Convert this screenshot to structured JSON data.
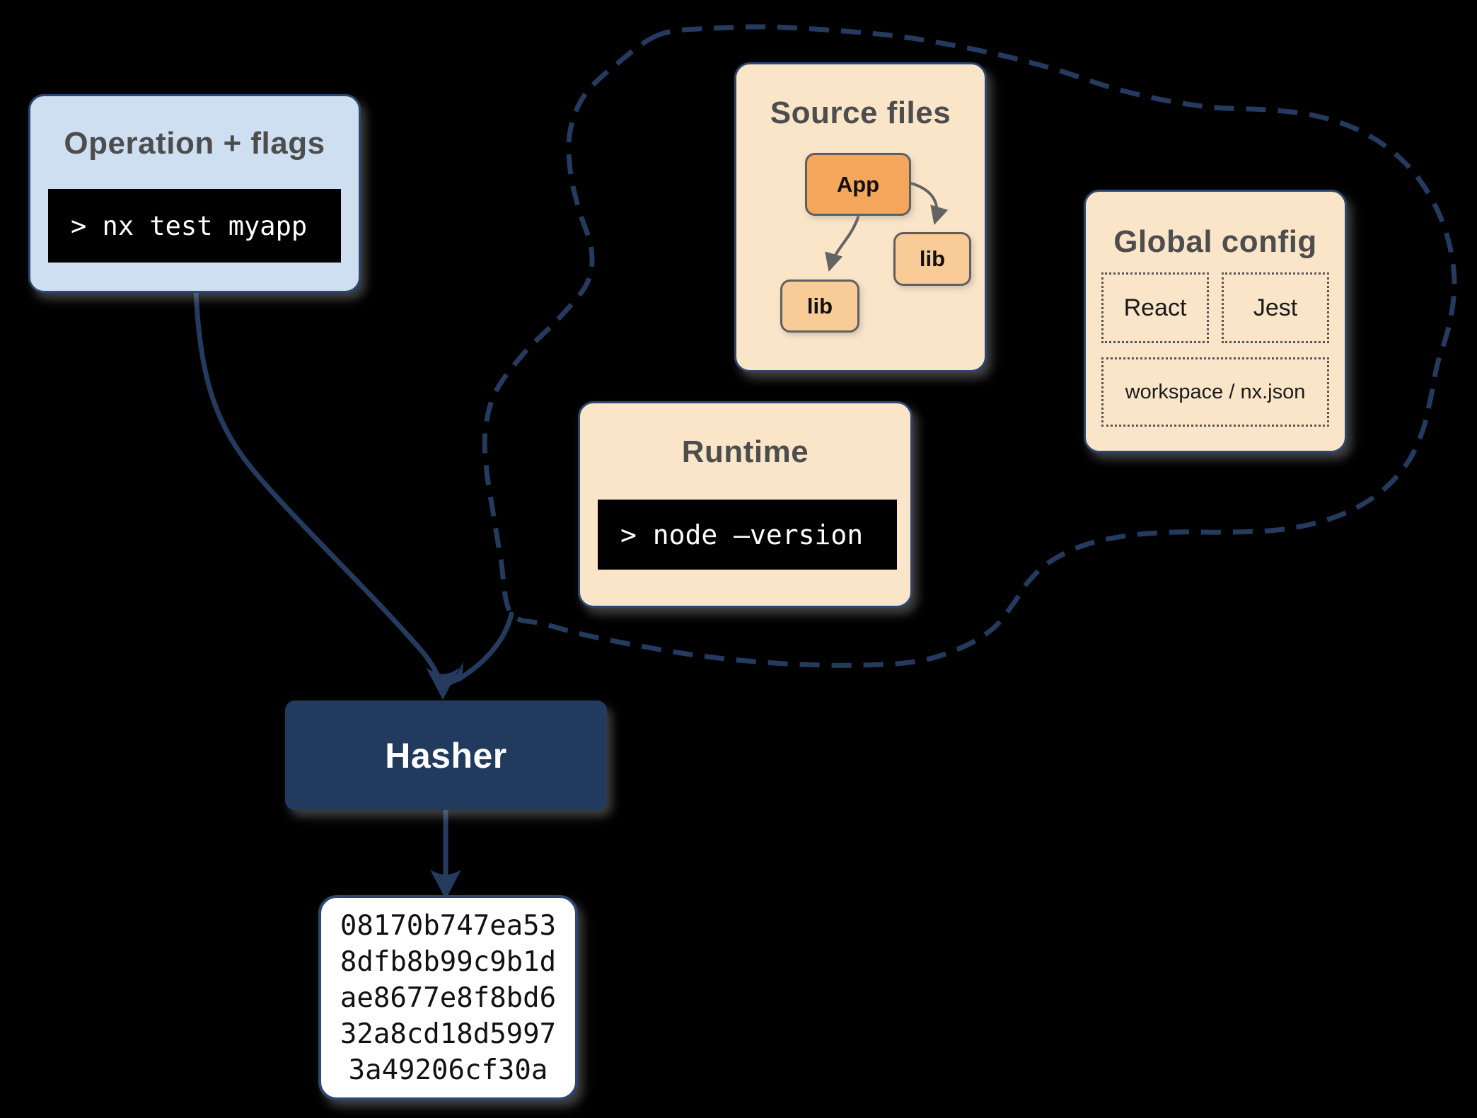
{
  "colors": {
    "background": "#000000",
    "navy": "#243a5e",
    "navy_fill": "#223a5e",
    "card_border": "#2c466f",
    "blue_box": "#cfdff2",
    "peach_box": "#fbe5c9",
    "orange_node": "#f4a65d",
    "light_orange_node": "#f9cb97",
    "title_grey": "#4d4d4d",
    "node_border": "#5f5f5f",
    "grey_arrow": "#636363",
    "terminal_bg": "#000000",
    "terminal_text": "#ffffff",
    "hash_text": "#111111"
  },
  "operation": {
    "title": "Operation + flags",
    "command": "> nx test myapp"
  },
  "source_files": {
    "title": "Source files",
    "app_label": "App",
    "lib_right_label": "lib",
    "lib_left_label": "lib"
  },
  "runtime": {
    "title": "Runtime",
    "command": "> node –version"
  },
  "global_config": {
    "title": "Global config",
    "react_label": "React",
    "jest_label": "Jest",
    "workspace_label": "workspace / nx.json"
  },
  "hasher": {
    "label": "Hasher"
  },
  "hash_output": {
    "lines": [
      "08170b747ea53",
      "8dfb8b99c9b1d",
      "ae8677e8f8bd6",
      "32a8cd18d5997",
      "3a49206cf30a"
    ]
  }
}
